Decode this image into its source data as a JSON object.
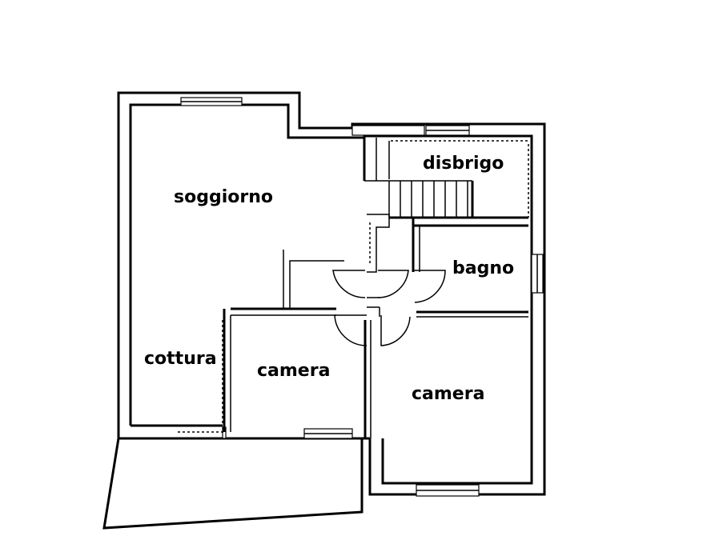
{
  "rooms": {
    "soggiorno": "soggiorno",
    "disbrigo": "disbrigo",
    "bagno": "bagno",
    "cottura": "cottura",
    "camera_small": "camera",
    "camera_large": "camera"
  }
}
